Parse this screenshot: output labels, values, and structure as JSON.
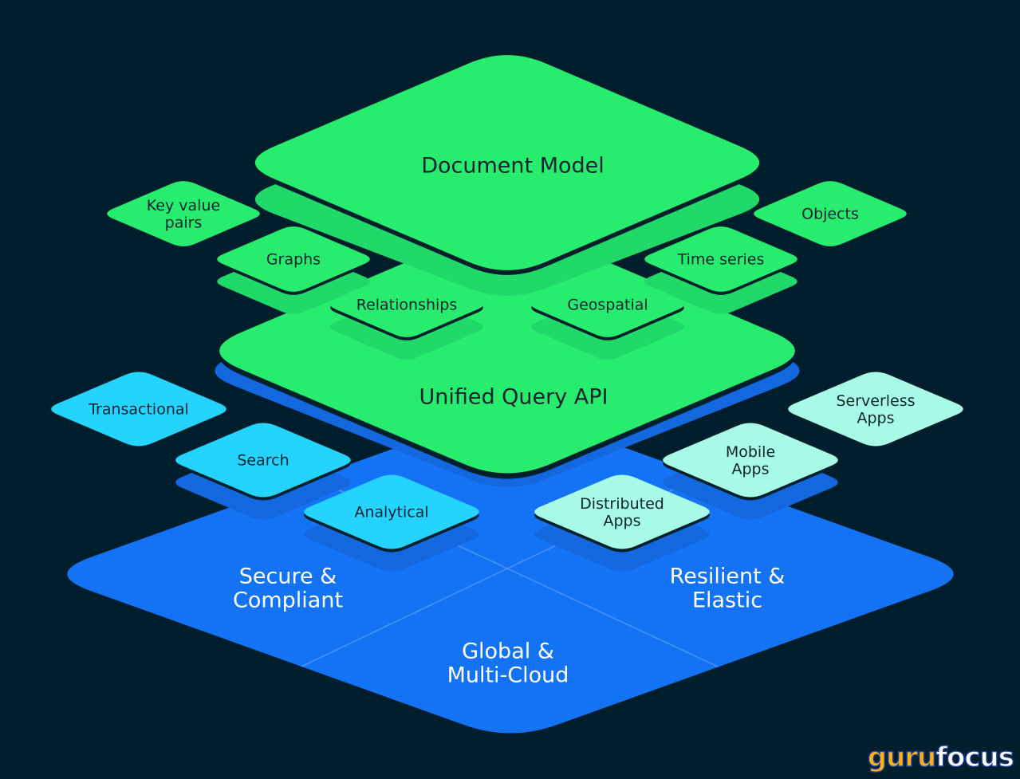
{
  "colors": {
    "background": "#001e2b",
    "green_layer": "#27ec6e",
    "green_shadow": "#21d968",
    "blue_layer": "#1473f5",
    "blue_shadow": "#1368e0",
    "cyan_tile": "#24d4ff",
    "mint_tile": "#a8fbe6",
    "outline": "#00202c",
    "divider": "#6aa6ff",
    "label_dark": "#0b2430",
    "label_light": "#ffffff"
  },
  "layers": {
    "top": {
      "label": "Document Model"
    },
    "middle": {
      "label": "Unified Query API"
    },
    "base": {
      "quadrants": {
        "left": [
          "Secure &",
          "Compliant"
        ],
        "right": [
          "Resilient &",
          "Elastic"
        ],
        "bottom": [
          "Global &",
          "Multi-Cloud"
        ]
      }
    }
  },
  "data_models": [
    {
      "id": "key-value-pairs",
      "lines": [
        "Key value",
        "pairs"
      ]
    },
    {
      "id": "graphs",
      "lines": [
        "Graphs"
      ]
    },
    {
      "id": "relationships",
      "lines": [
        "Relationships"
      ]
    },
    {
      "id": "geospatial",
      "lines": [
        "Geospatial"
      ]
    },
    {
      "id": "time-series",
      "lines": [
        "Time series"
      ]
    },
    {
      "id": "objects",
      "lines": [
        "Objects"
      ]
    }
  ],
  "workloads": [
    {
      "id": "transactional",
      "lines": [
        "Transactional"
      ]
    },
    {
      "id": "search",
      "lines": [
        "Search"
      ]
    },
    {
      "id": "analytical",
      "lines": [
        "Analytical"
      ]
    }
  ],
  "apps": [
    {
      "id": "distributed-apps",
      "lines": [
        "Distributed",
        "Apps"
      ]
    },
    {
      "id": "mobile-apps",
      "lines": [
        "Mobile",
        "Apps"
      ]
    },
    {
      "id": "serverless-apps",
      "lines": [
        "Serverless",
        "Apps"
      ]
    }
  ],
  "logo": {
    "part1": "guru",
    "part2": "focus"
  }
}
